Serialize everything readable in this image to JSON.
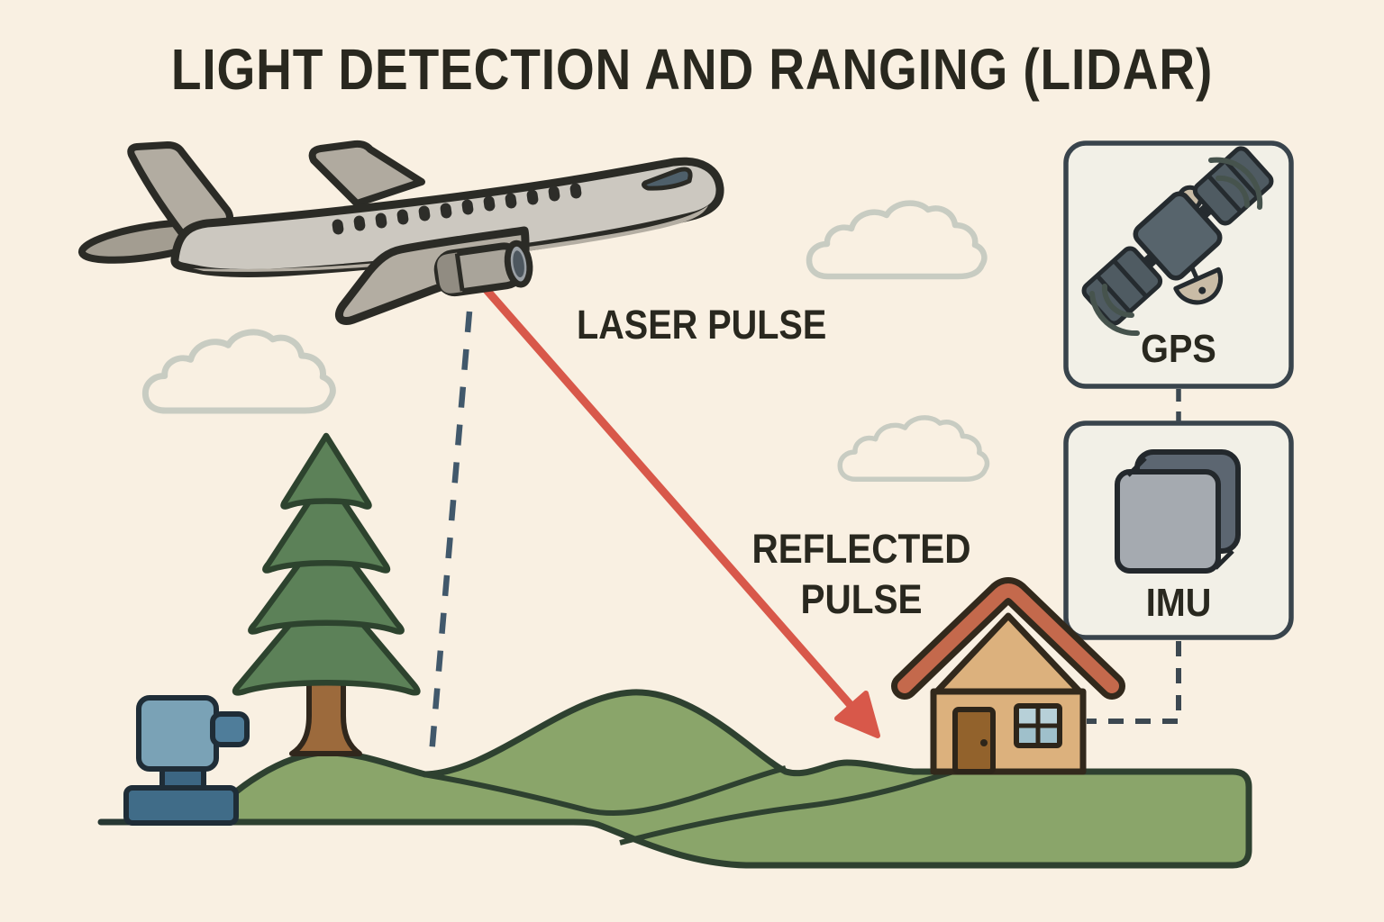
{
  "title": "LIGHT DETECTION AND RANGING (LIDAR)",
  "labels": {
    "laser_pulse": "LASER PULSE",
    "reflected_line1": "REFLECTED",
    "reflected_line2": "PULSE"
  },
  "boxes": {
    "gps": {
      "label": "GPS",
      "icon": "satellite-icon"
    },
    "imu": {
      "label": "IMU",
      "icon": "imu-cube-icon"
    }
  },
  "scene": {
    "elements": [
      "airplane with lidar sensor",
      "red laser pulse arrow from airplane to ground",
      "dashed altitude line from airplane to ground",
      "pine tree on hill",
      "house with terracotta roof",
      "ground lidar scanner station",
      "rolling green hills",
      "three outlined clouds",
      "gps satellite box",
      "imu unit box",
      "dashed link gps to imu",
      "dashed link imu to house"
    ]
  },
  "colors": {
    "background": "#f9f0e2",
    "ink": "#29281f",
    "laser_red": "#d8584a",
    "dash_blue": "#41586b",
    "grass_green": "#8aa56a",
    "grass_outline": "#2e4130",
    "tree_green": "#5c8158",
    "trunk_brown": "#9c6a3c",
    "house_wall": "#dcb17d",
    "roof_terracotta": "#c4694c",
    "plane_gray": "#ccc8c0",
    "scanner_blue": "#7aa2b6",
    "box_fill": "#f2f0e7",
    "box_border": "#39444c",
    "cloud_outline": "#c8ccc2"
  }
}
